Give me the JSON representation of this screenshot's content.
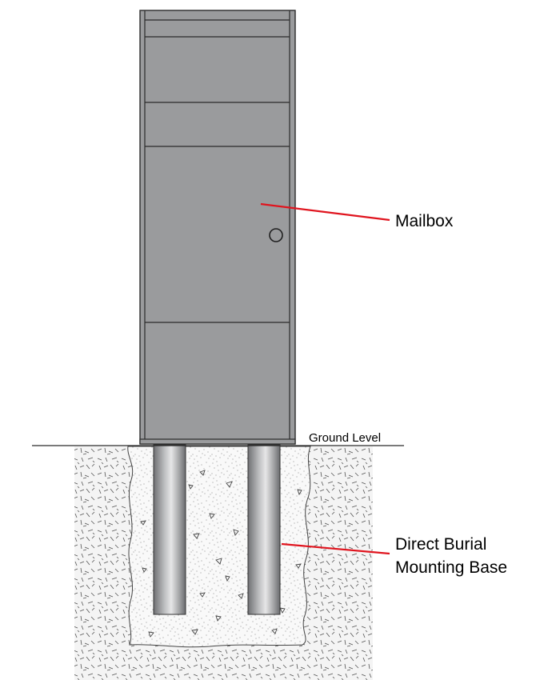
{
  "labels": {
    "mailbox": "Mailbox",
    "ground_level": "Ground Level",
    "base_line1": "Direct Burial",
    "base_line2": "Mounting Base"
  },
  "colors": {
    "cabinet": "#9a9b9d",
    "outline": "#2b2b2b",
    "leader": "#e0141e",
    "soil": "#f2f2f2",
    "concrete": "#f7f7f7",
    "post_dark": "#6f7073",
    "post_light": "#e4e4e4"
  }
}
